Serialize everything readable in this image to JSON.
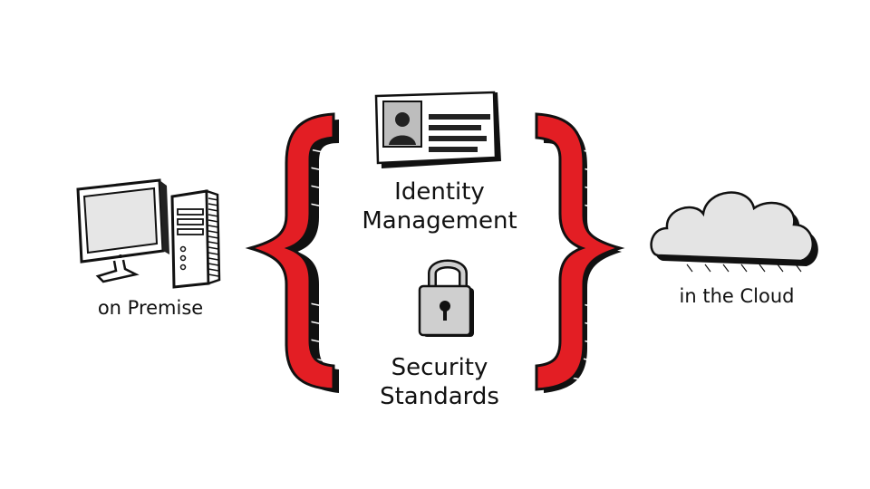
{
  "left": {
    "label": "on Premise",
    "icon": "desktop-computer-icon"
  },
  "right": {
    "label": "in the Cloud",
    "icon": "cloud-icon"
  },
  "center": {
    "top": {
      "line1": "Identity",
      "line2": "Management",
      "icon": "id-card-icon"
    },
    "bottom": {
      "line1": "Security",
      "line2": "Standards",
      "icon": "padlock-icon"
    }
  },
  "colors": {
    "bracket_red": "#e31e24",
    "ink": "#111111",
    "gray": "#cfcfcf"
  }
}
